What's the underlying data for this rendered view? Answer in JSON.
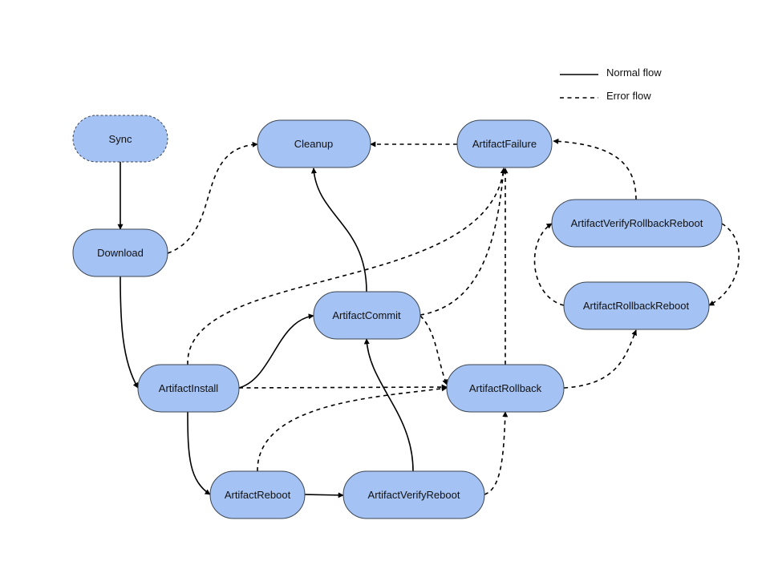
{
  "legend": {
    "normal": "Normal flow",
    "error": "Error flow"
  },
  "nodes": {
    "sync": "Sync",
    "download": "Download",
    "cleanup": "Cleanup",
    "artifact_failure": "ArtifactFailure",
    "artifact_verify_rollback_reboot": "ArtifactVerifyRollbackReboot",
    "artifact_rollback_reboot": "ArtifactRollbackReboot",
    "artifact_commit": "ArtifactCommit",
    "artifact_install": "ArtifactInstall",
    "artifact_rollback": "ArtifactRollback",
    "artifact_reboot": "ArtifactReboot",
    "artifact_verify_reboot": "ArtifactVerifyReboot"
  },
  "colors": {
    "node_fill": "#a4c2f4",
    "node_stroke": "#3c4650",
    "edge": "#000000"
  }
}
